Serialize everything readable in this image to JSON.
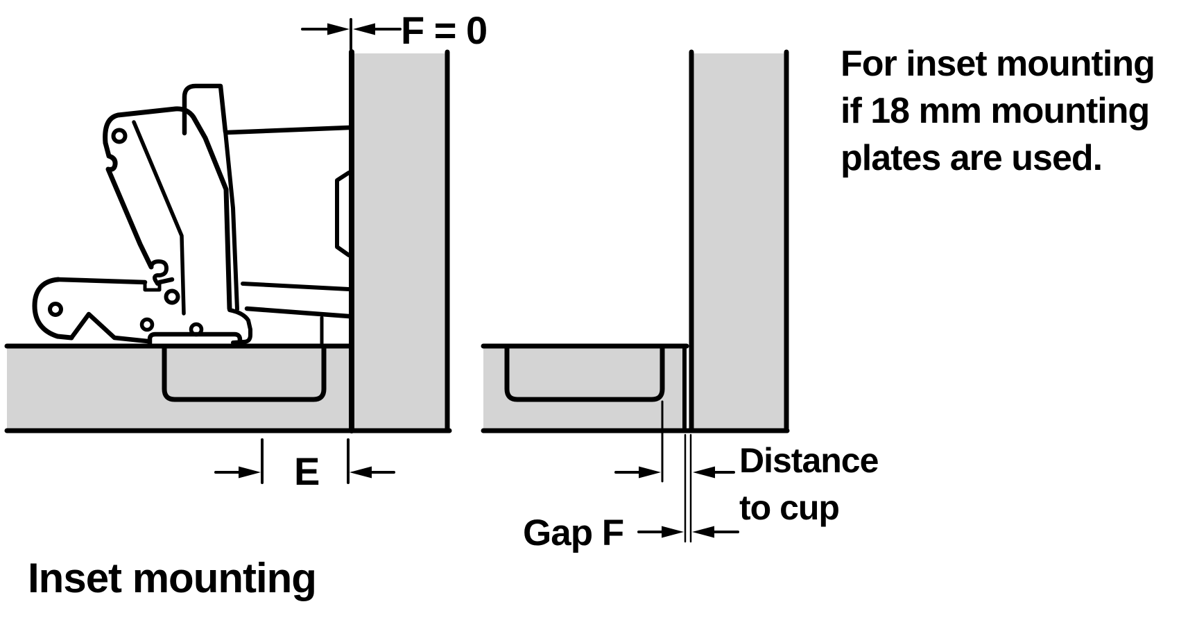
{
  "colors": {
    "panel_gray": "#d4d4d4",
    "ink": "#000000",
    "background": "#ffffff"
  },
  "title": "Inset mounting",
  "note": {
    "line1": "For inset mounting",
    "line2": "if 18 mm mounting",
    "line3": "plates are used."
  },
  "labels": {
    "front_gap": "F = 0",
    "edge_distance": "E",
    "gap": "Gap F",
    "distance_line1": "Distance",
    "distance_line2": "to cup"
  }
}
